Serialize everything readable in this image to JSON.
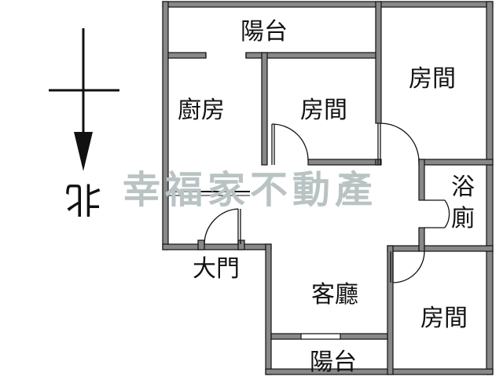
{
  "compass": {
    "label": "北",
    "arrow_points": "down"
  },
  "watermark": "幸福家不動產",
  "rooms": {
    "top_balcony": "陽台",
    "kitchen": "廚房",
    "bedroom_center": "房間",
    "bedroom_northeast": "房間",
    "bath_top": "浴",
    "bath_bottom": "廁",
    "living_room": "客廳",
    "bedroom_southeast": "房間",
    "bottom_balcony": "陽台",
    "main_door": "大門"
  },
  "colors": {
    "wall": "#888888",
    "wall_outline": "#111111",
    "text": "#111111",
    "watermark": "#b9c3c3"
  }
}
